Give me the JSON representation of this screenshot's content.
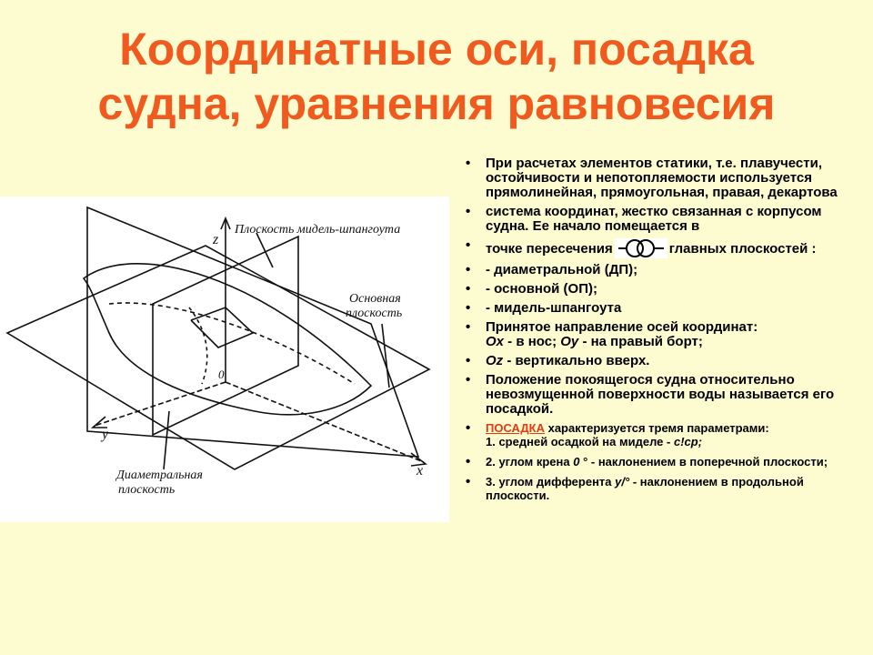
{
  "slide": {
    "title_line1": "Координатные оси, посадка",
    "title_line2": "судна, уравнения равновесия"
  },
  "figure": {
    "label_midship": "Плоскость мидель-шпангоута",
    "label_base_1": "Основная",
    "label_base_2": "плоскость",
    "label_center_1": "Диаметральная",
    "label_center_2": "плоскость",
    "axis_z": "z",
    "axis_y": "y",
    "axis_x": "x",
    "origin": "0",
    "colors": {
      "line": "#111111",
      "background": "#ffffff"
    }
  },
  "bullets": {
    "b1": "При расчетах элементов статики, т.е. плавучести, остойчивости и непотопляемости используется прямолинейная, прямоугольная, правая, декартова",
    "b2": "система координат, жестко связанная с корпусом судна. Ее начало помещается в",
    "b3_a": "точке пересечения",
    "b3_b": "главных плоскостей :",
    "b4": "- диаметральной (ДП);",
    "b5": "- основной (ОП);",
    "b6": "- мидель-шпангоута",
    "b7_a": "Принятое направление осей координат:",
    "b7_ox": "Ох",
    "b7_b": " - в нос; ",
    "b7_oy": "Оу",
    "b7_c": " - на правый борт;",
    "b8_oz": "Oz",
    "b8_b": " - вертикально вверх.",
    "b9": "Положение покоящегося судна относительно невозмущенной поверхности воды называется его посадкой.",
    "b10_kw": "ПОСАДКА",
    "b10_a": " характеризуется тремя параметрами:",
    "b10_b": "1. средней осадкой на миделе - ",
    "b10_c": "с!ср;",
    "b11_a": "2. углом крена ",
    "b11_b": "0",
    "b11_c": " ° - наклонением в поперечной плоскости;",
    "b12_a": "3. углом дифферента ",
    "b12_b": "у/°",
    "b12_c": " - наклонением в продольной плоскости."
  },
  "colors": {
    "background": "#fdfbd0",
    "title": "#f15a1e",
    "keyword": "#e43a12"
  }
}
